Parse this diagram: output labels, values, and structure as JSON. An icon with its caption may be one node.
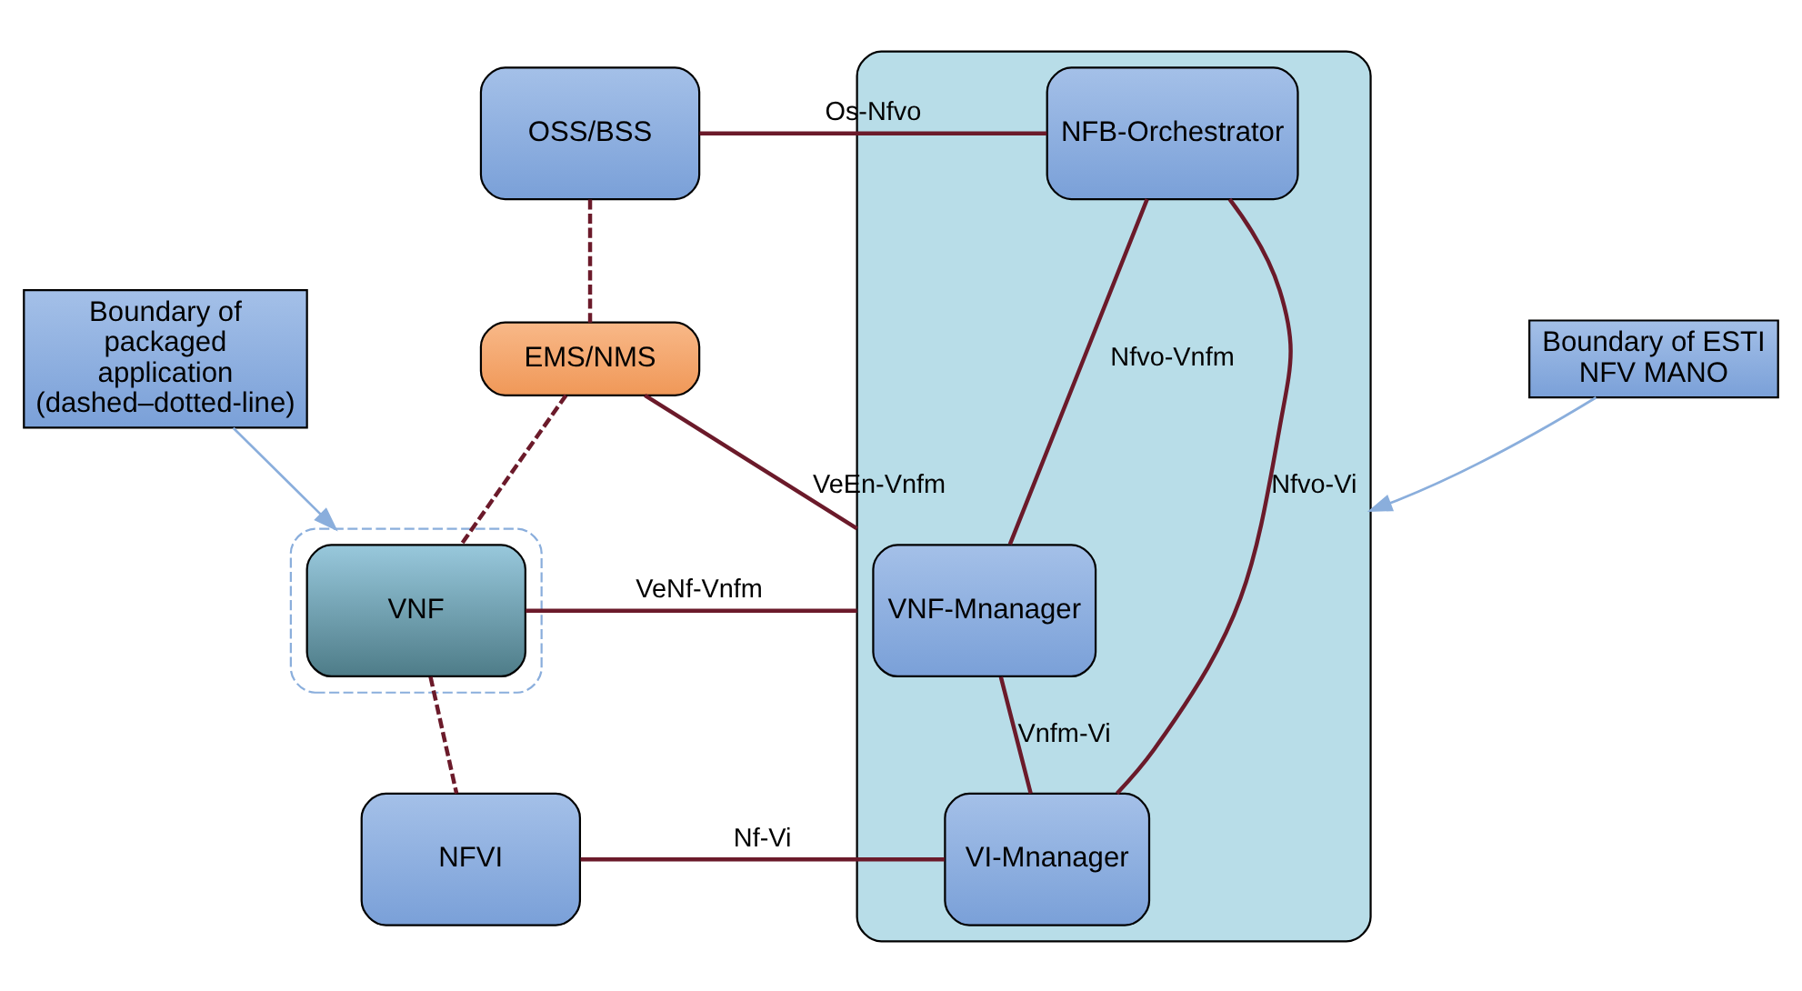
{
  "diagram": {
    "nodes": [
      {
        "text": [
          "Boundary of ESTI NFV MANO"
        ]
      },
      {
        "text": [],
        "shape": "box"
      },
      {
        "text": [
          "Boundary of packaged application (dashed–dotted-line)"
        ]
      },
      {
        "text": [],
        "shape": "box"
      },
      {
        "text": [
          "OSS/BSS"
        ]
      },
      {
        "text": [
          "EMS/NMS"
        ]
      },
      {
        "text": [
          "VNF"
        ],
        "in": 3
      },
      {
        "text": [
          "NFVI"
        ]
      },
      {
        "text": [
          "NFB-Orchestrator"
        ],
        "in": 1
      },
      {
        "text": [
          "VNF-Mnanager"
        ],
        "in": 1
      },
      {
        "text": [
          "VI-Mnanager"
        ],
        "in": 1
      }
    ],
    "edges": [
      {
        "from": 0,
        "to": 1,
        "arrow": "to",
        "color": "#8aaedc"
      },
      {
        "from": 2,
        "to": 3,
        "arrow": "to",
        "color": "#8aaedc"
      },
      {
        "from": 4,
        "to": 8,
        "arrow": "none",
        "label": "Os-Nfvo"
      },
      {
        "from": 4,
        "to": 5,
        "arrow": "none",
        "style": "dashed"
      },
      {
        "from": 5,
        "to": 6,
        "arrow": "none",
        "style": "dashed"
      },
      {
        "from": 6,
        "to": 7,
        "arrow": "none",
        "style": "dashed"
      },
      {
        "from": 5,
        "to": 1,
        "arrow": "none",
        "label": "VeEn-Vnfm"
      },
      {
        "from": 6,
        "to": 1,
        "arrow": "none",
        "label": "VeNf-Vnfm"
      },
      {
        "from": 8,
        "to": 9,
        "arrow": "none",
        "label": "Nfvo-Vnfm"
      },
      {
        "from": 9,
        "to": 10,
        "arrow": "none",
        "label": "Vnfm-Vi"
      },
      {
        "from": 8,
        "to": 10,
        "arrow": "none",
        "label": "Nfvo-Vi"
      },
      {
        "from": 7,
        "to": 10,
        "arrow": "none",
        "label": "Nf-Vi"
      }
    ]
  }
}
